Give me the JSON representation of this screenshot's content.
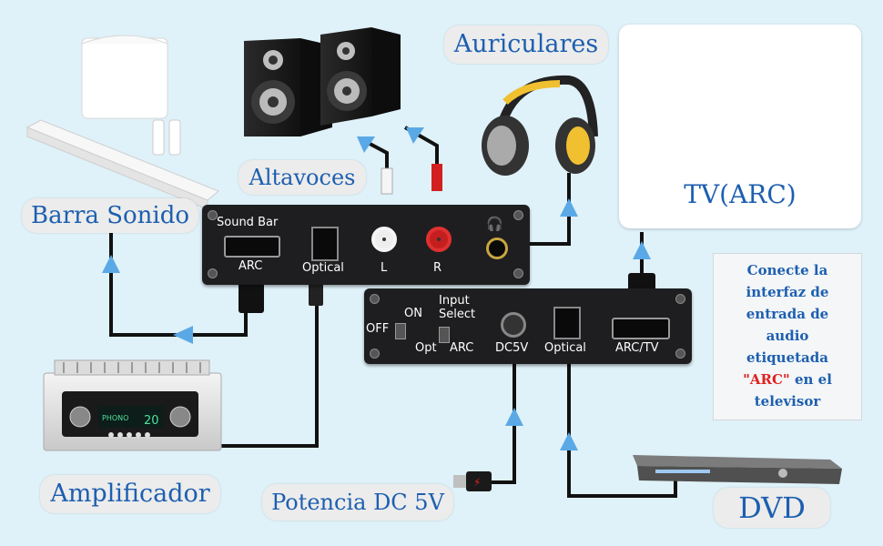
{
  "labels": {
    "auriculares": "Auriculares",
    "altavoces": "Altavoces",
    "barra_sonido": "Barra Sonido",
    "tv": "TV(ARC)",
    "amplificador": "Amplificador",
    "potencia": "Potencia DC 5V",
    "dvd": "DVD"
  },
  "device1": {
    "sound_bar": "Sound Bar",
    "arc": "ARC",
    "optical": "Optical",
    "l": "L",
    "r": "R"
  },
  "device2": {
    "off": "OFF",
    "on": "ON",
    "opt": "Opt",
    "input": "Input",
    "select": "Select",
    "arc": "ARC",
    "dc5v": "DC5V",
    "optical": "Optical",
    "arc_tv": "ARC/TV"
  },
  "amp_display": {
    "phono": "PHONO",
    "value": "20"
  },
  "note": {
    "line1": "Conecte la",
    "line2": "interfaz de",
    "line3": "entrada de",
    "line4": "audio",
    "line5": "etiquetada",
    "line6": "\"ARC\"",
    "line7": " en el",
    "line8": "televisor"
  },
  "colors": {
    "background": "#dff1f9",
    "label_text": "#1d5fb0",
    "arrow": "#5aa9e6",
    "device": "#1e1e20",
    "note_highlight": "#e02020"
  }
}
